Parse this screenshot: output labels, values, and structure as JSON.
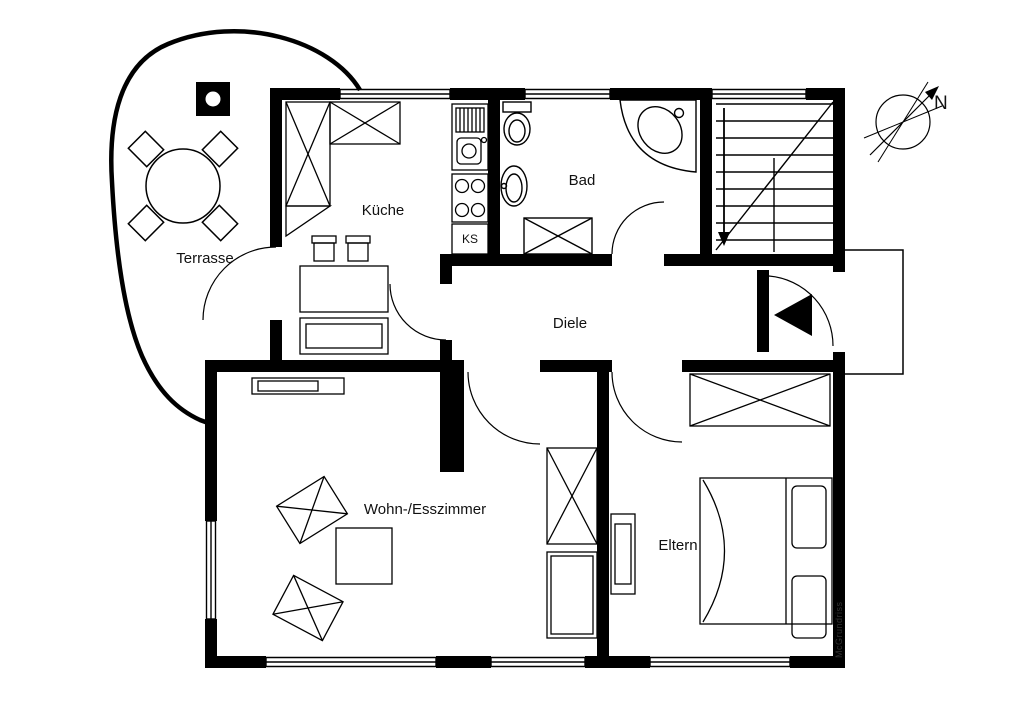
{
  "page": {
    "background": "#ffffff"
  },
  "rooms": {
    "terrasse": "Terrasse",
    "kueche": "Küche",
    "ks": "KS",
    "bad": "Bad",
    "diele": "Diele",
    "wohn_esszimmer": "Wohn-/Esszimmer",
    "eltern": "Eltern"
  },
  "compass": {
    "north_label": "N"
  },
  "watermark": {
    "text": "McGrundriss"
  },
  "colors": {
    "wall": "#000000",
    "line": "#000000",
    "background": "#ffffff"
  }
}
